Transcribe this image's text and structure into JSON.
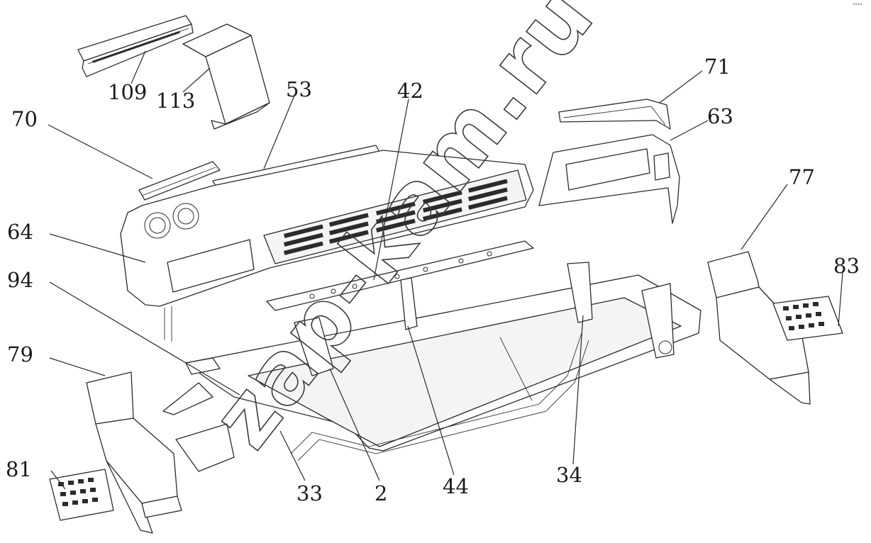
{
  "diagram": {
    "type": "exploded-parts-diagram",
    "watermark": "zap-kam.ru",
    "corner_note": "°°°°",
    "callouts": [
      {
        "id": "c109",
        "label": "109"
      },
      {
        "id": "c113",
        "label": "113"
      },
      {
        "id": "c70",
        "label": "70"
      },
      {
        "id": "c53",
        "label": "53"
      },
      {
        "id": "c42",
        "label": "42"
      },
      {
        "id": "c71",
        "label": "71"
      },
      {
        "id": "c63",
        "label": "63"
      },
      {
        "id": "c77",
        "label": "77"
      },
      {
        "id": "c64",
        "label": "64"
      },
      {
        "id": "c83",
        "label": "83"
      },
      {
        "id": "c94",
        "label": "94"
      },
      {
        "id": "c79",
        "label": "79"
      },
      {
        "id": "c81",
        "label": "81"
      },
      {
        "id": "c33",
        "label": "33"
      },
      {
        "id": "c2",
        "label": "2"
      },
      {
        "id": "c44",
        "label": "44"
      },
      {
        "id": "c34",
        "label": "34"
      }
    ]
  }
}
